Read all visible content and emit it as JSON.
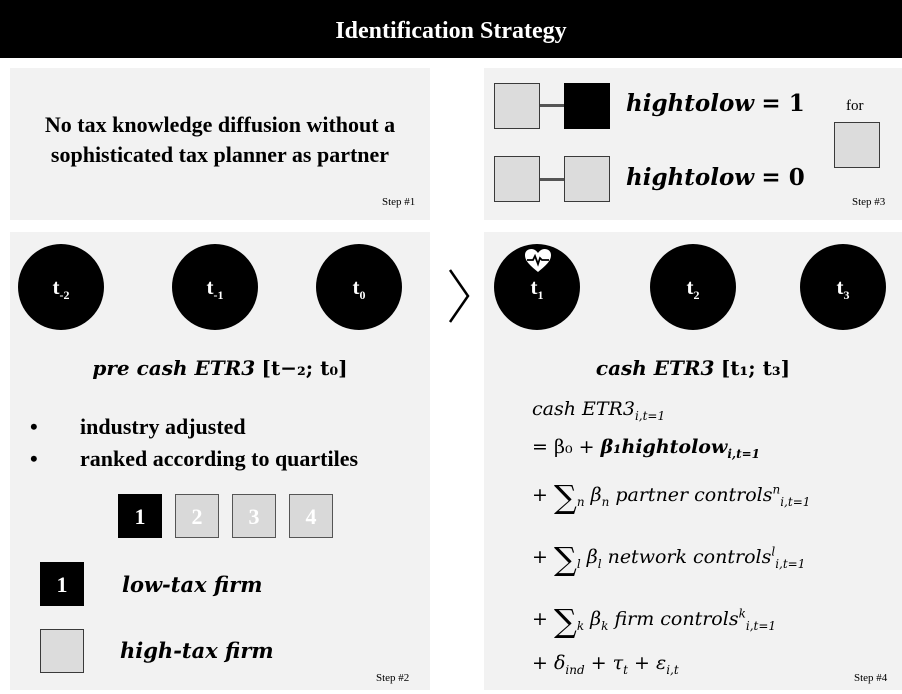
{
  "header": {
    "title": "Identification Strategy"
  },
  "step1": {
    "line1": "No tax knowledge diffusion without a",
    "line2": "sophisticated tax planner as partner",
    "label": "Step #1"
  },
  "step3": {
    "eq1_var": "hightolow",
    "eq1_val": "= 1",
    "eq0_var": "hightolow",
    "eq0_val": "= 0",
    "for_label": "for",
    "label": "Step #3"
  },
  "step2": {
    "circles": [
      {
        "base": "t",
        "sub": "-2"
      },
      {
        "base": "t",
        "sub": "-1"
      },
      {
        "base": "t",
        "sub": "0"
      }
    ],
    "title_italic": "pre cash ETR3",
    "title_range": "[t−₂; t₀]",
    "bullets": [
      "industry adjusted",
      "ranked according to quartiles"
    ],
    "quartiles": [
      "1",
      "2",
      "3",
      "4"
    ],
    "legend": [
      {
        "box": "1",
        "label": "low-tax firm"
      },
      {
        "box": "",
        "label": "high-tax firm"
      }
    ],
    "label": "Step #2"
  },
  "step4": {
    "circles": [
      {
        "base": "t",
        "sub": "1"
      },
      {
        "base": "t",
        "sub": "2"
      },
      {
        "base": "t",
        "sub": "3"
      }
    ],
    "title": "cash ETR3",
    "title_range": "[t₁; t₃]",
    "eq_lhs": "cash ETR3",
    "eq_lhs_sub": "i,t=1",
    "eq_line2_a": "= β₀ + ",
    "eq_line2_b": "β₁hightolow",
    "eq_line2_sub": "i,t=1",
    "sum1_idx": "n",
    "sum1_beta": "β",
    "sum1_beta_sub": "n",
    "sum1_text": "partner controls",
    "sum1_sup": "n",
    "sum1_sub": "i,t=1",
    "sum2_idx": "l",
    "sum2_beta": "β",
    "sum2_beta_sub": "l",
    "sum2_text": "network controls",
    "sum2_sup": "l",
    "sum2_sub": "i,t=1",
    "sum3_idx": "k",
    "sum3_beta": "β",
    "sum3_beta_sub": "k",
    "sum3_text": "firm controls",
    "sum3_sup": "k",
    "sum3_sub": "i,t=1",
    "last_line": "+ δ",
    "last_ind": "ind",
    "last_tau": " + τ",
    "last_tau_sub": "t",
    "last_eps": "  + ε",
    "last_eps_sub": "i,t",
    "label": "Step #4"
  }
}
